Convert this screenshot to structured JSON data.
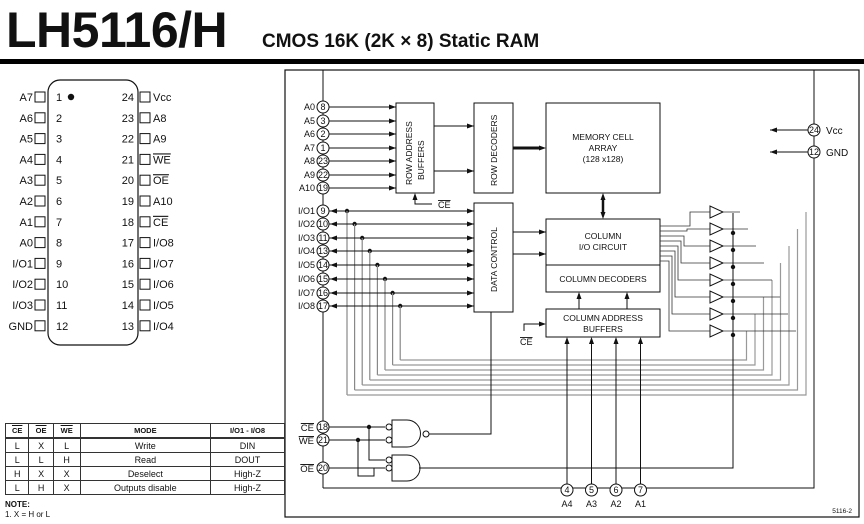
{
  "header": {
    "title": "LH5116/H",
    "subtitle": "CMOS 16K (2K × 8) Static RAM"
  },
  "pinout": {
    "left": [
      {
        "num": "1",
        "label": "A7"
      },
      {
        "num": "2",
        "label": "A6"
      },
      {
        "num": "3",
        "label": "A5"
      },
      {
        "num": "4",
        "label": "A4"
      },
      {
        "num": "5",
        "label": "A3"
      },
      {
        "num": "6",
        "label": "A2"
      },
      {
        "num": "7",
        "label": "A1"
      },
      {
        "num": "8",
        "label": "A0"
      },
      {
        "num": "9",
        "label": "I/O1"
      },
      {
        "num": "10",
        "label": "I/O2"
      },
      {
        "num": "11",
        "label": "I/O3"
      },
      {
        "num": "12",
        "label": "GND"
      }
    ],
    "right": [
      {
        "num": "24",
        "label": "Vcc"
      },
      {
        "num": "23",
        "label": "A8"
      },
      {
        "num": "22",
        "label": "A9"
      },
      {
        "num": "21",
        "label": "WE",
        "overline": true
      },
      {
        "num": "20",
        "label": "OE",
        "overline": true
      },
      {
        "num": "19",
        "label": "A10"
      },
      {
        "num": "18",
        "label": "CE",
        "overline": true
      },
      {
        "num": "17",
        "label": "I/O8"
      },
      {
        "num": "16",
        "label": "I/O7"
      },
      {
        "num": "15",
        "label": "I/O6"
      },
      {
        "num": "14",
        "label": "I/O5"
      },
      {
        "num": "13",
        "label": "I/O4"
      }
    ]
  },
  "truth_table": {
    "headers": [
      "CE",
      "OE",
      "WE",
      "MODE",
      "I/O1 - I/O8"
    ],
    "rows": [
      [
        "L",
        "X",
        "L",
        "Write",
        "DIN"
      ],
      [
        "L",
        "L",
        "H",
        "Read",
        "DOUT"
      ],
      [
        "H",
        "X",
        "X",
        "Deselect",
        "High-Z"
      ],
      [
        "L",
        "H",
        "X",
        "Outputs disable",
        "High-Z"
      ]
    ],
    "note_title": "NOTE:",
    "note": "1.   X = H or L"
  },
  "block_diagram": {
    "address_pins": [
      {
        "num": "8",
        "label": "A0"
      },
      {
        "num": "3",
        "label": "A5"
      },
      {
        "num": "2",
        "label": "A6"
      },
      {
        "num": "1",
        "label": "A7"
      },
      {
        "num": "23",
        "label": "A8"
      },
      {
        "num": "22",
        "label": "A9"
      },
      {
        "num": "19",
        "label": "A10"
      }
    ],
    "io_pins": [
      {
        "num": "9",
        "label": "I/O1"
      },
      {
        "num": "10",
        "label": "I/O2"
      },
      {
        "num": "11",
        "label": "I/O3"
      },
      {
        "num": "13",
        "label": "I/O4"
      },
      {
        "num": "14",
        "label": "I/O5"
      },
      {
        "num": "15",
        "label": "I/O6"
      },
      {
        "num": "16",
        "label": "I/O7"
      },
      {
        "num": "17",
        "label": "I/O8"
      }
    ],
    "control_pins": [
      {
        "num": "18",
        "label": "CE"
      },
      {
        "num": "21",
        "label": "WE"
      },
      {
        "num": "20",
        "label": "OE"
      }
    ],
    "column_pins": [
      {
        "num": "4",
        "label": "A4"
      },
      {
        "num": "5",
        "label": "A3"
      },
      {
        "num": "6",
        "label": "A2"
      },
      {
        "num": "7",
        "label": "A1"
      }
    ],
    "power_pins": [
      {
        "num": "24",
        "label": "Vcc"
      },
      {
        "num": "12",
        "label": "GND"
      }
    ],
    "blocks": {
      "row_address_buffers": [
        "ROW ADDRESS",
        "BUFFERS"
      ],
      "row_decoders": "ROW DECODERS",
      "memory_array": [
        "MEMORY CELL",
        "ARRAY",
        "(128 x128)"
      ],
      "data_control": "DATA CONTROL",
      "column_io": [
        "COLUMN",
        "I/O CIRCUIT"
      ],
      "column_decoders": "COLUMN DECODERS",
      "column_address_buffers": [
        "COLUMN ADDRESS",
        "BUFFERS"
      ]
    },
    "ce_label": "CE",
    "figure_id": "5116-2"
  }
}
